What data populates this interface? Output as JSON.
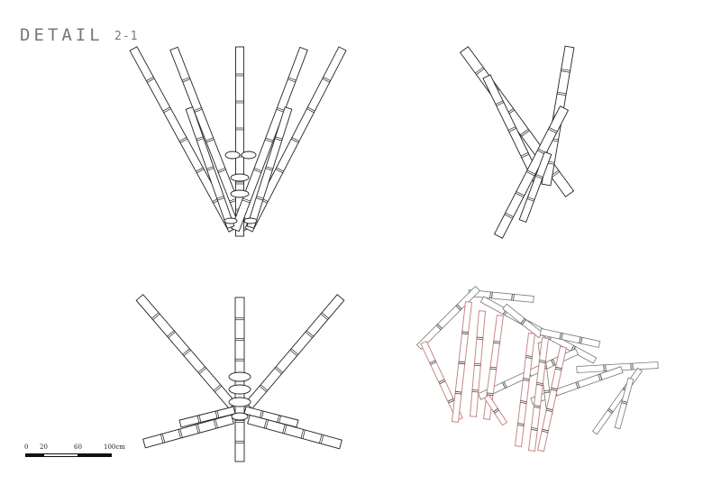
{
  "sheet": {
    "title": "DETAIL",
    "subtitle": "2-1"
  },
  "scale_bar": {
    "ticks": [
      "0",
      "20",
      "60",
      "100cm"
    ]
  },
  "colors": {
    "line": "#222222",
    "highlight": "#c98787",
    "grey": "#777777"
  }
}
